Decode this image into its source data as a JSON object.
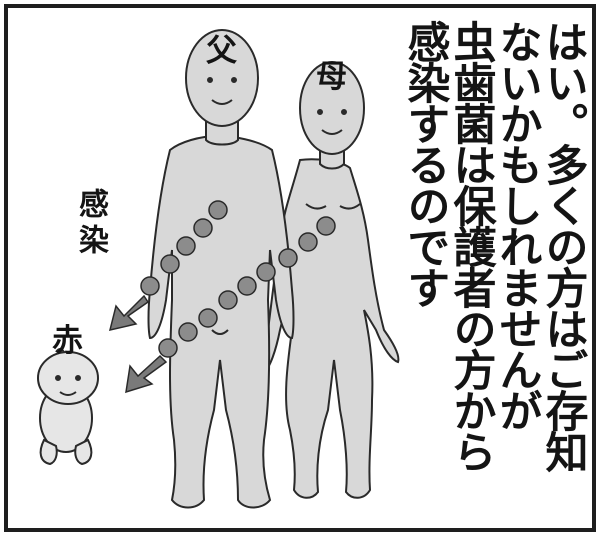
{
  "labels": {
    "father": "父",
    "mother": "母",
    "baby": "赤",
    "infection_vertical": "感染"
  },
  "narration": {
    "col1": "はい。多くの方はご存知",
    "col2": "ないかもしれませんが",
    "col3": "虫歯菌は保護者の方から",
    "col4": "感染するのです"
  },
  "colors": {
    "figure_fill": "#d8d8d8",
    "outline": "#2a2a2a",
    "bacteria_dot": "#8c8c8c",
    "arrow": "#7a7a7a",
    "border": "#1e1e1e"
  }
}
